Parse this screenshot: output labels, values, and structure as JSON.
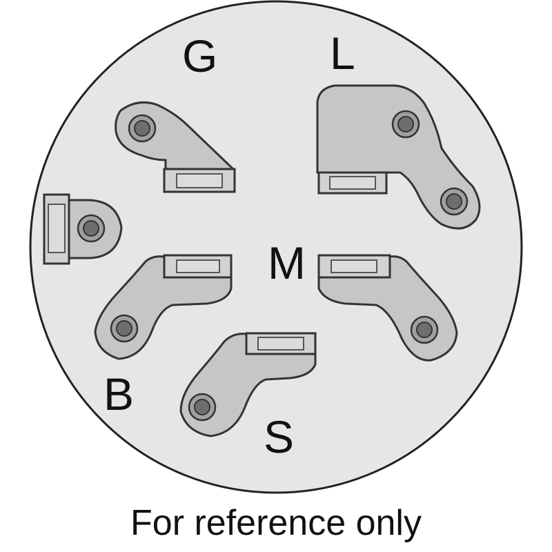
{
  "diagram": {
    "title": "Ignition switch terminal layout",
    "terminals": [
      {
        "id": "G",
        "label": "G"
      },
      {
        "id": "L",
        "label": "L"
      },
      {
        "id": "M",
        "label": "M"
      },
      {
        "id": "B",
        "label": "B"
      },
      {
        "id": "S",
        "label": "S"
      }
    ],
    "caption": "For reference only",
    "colors": {
      "face": "#e6e6e8",
      "terminal": "#c6c6c8",
      "outline": "#333333"
    }
  }
}
